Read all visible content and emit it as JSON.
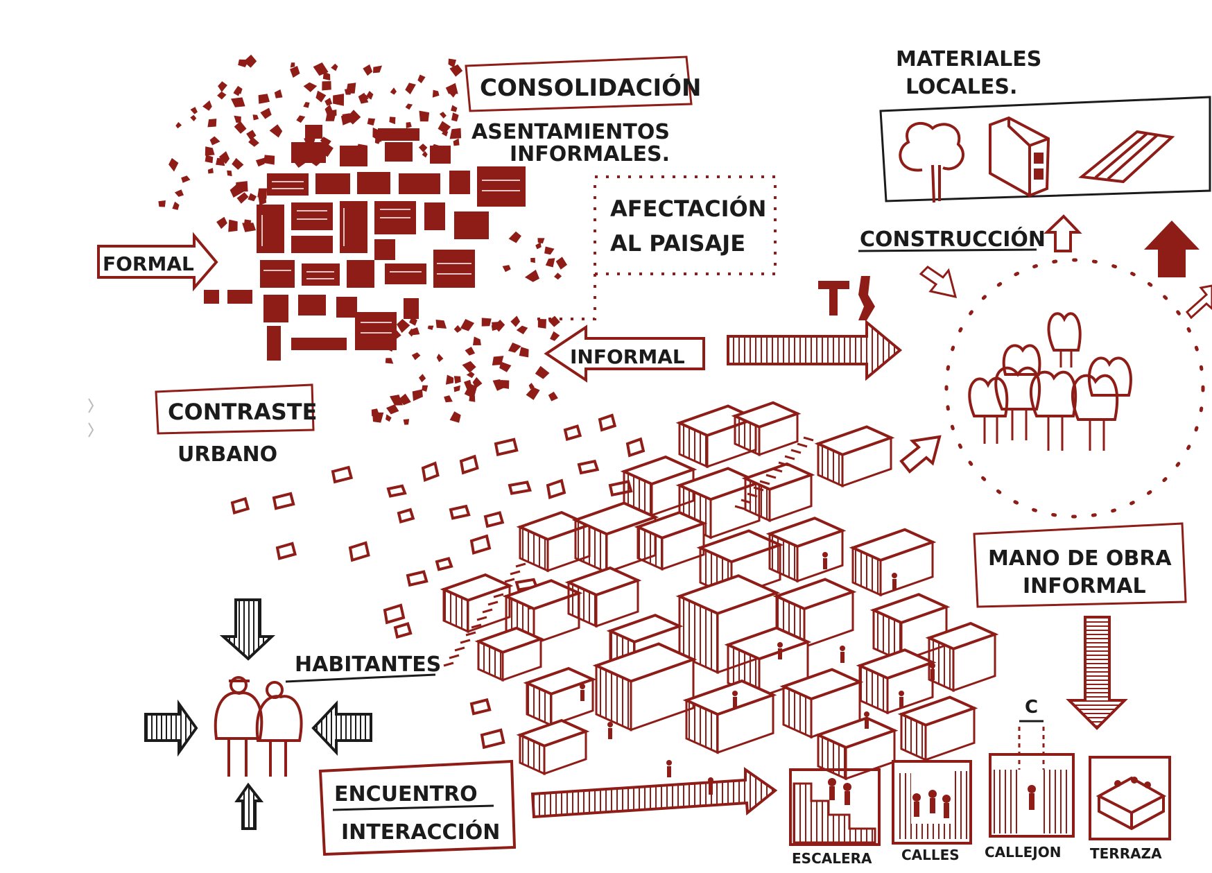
{
  "colors": {
    "ink_red": "#8e1c17",
    "ink_black": "#1b1b1b",
    "paper": "#ffffff"
  },
  "labels": {
    "consolidacion": "CONSOLIDACIÓN",
    "asentamientos_1": "ASENTAMIENTOS",
    "asentamientos_2": "INFORMALES.",
    "materiales_1": "MATERIALES",
    "materiales_2": "LOCALES.",
    "afectacion_1": "AFECTACIÓN",
    "afectacion_2": "AL PAISAJE",
    "construccion": "CONSTRUCCIÓN",
    "formal": "FORMAL",
    "informal": "INFORMAL",
    "contraste": "CONTRASTE",
    "urbano": "URBANO",
    "mano_obra_1": "MANO DE OBRA",
    "mano_obra_2": "INFORMAL",
    "habitantes": "HABITANTES",
    "encuentro": "ENCUENTRO",
    "interaccion": "INTERACCIÓN",
    "c_label": "C",
    "escaleras": "ESCALERA",
    "calles": "CALLES",
    "callejon": "CALLEJON",
    "terraza": "TERRAZA"
  },
  "icons": [
    "tree-icon",
    "brick-icon",
    "sheet-metal-icon",
    "tools-icon",
    "people-group-icon",
    "couple-icon"
  ]
}
